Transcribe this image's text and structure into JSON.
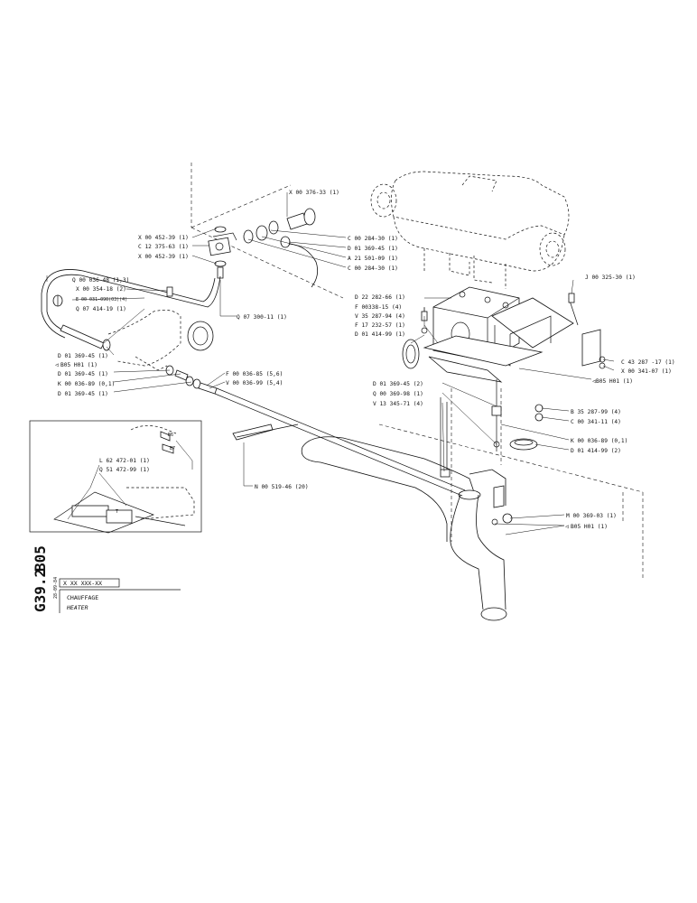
{
  "title_block": {
    "group_code": "B05",
    "sheet_code": "G39.2",
    "date": "28-09-84",
    "part_number": "X XX XXX-XX",
    "title_fr": "CHAUFFAGE",
    "title_en": "HEATER"
  },
  "callouts_top": [
    "X 00 376-33 (1)",
    "X 00 452-39 (1)",
    "C 12 375-63 (1)",
    "X 00 452-39 (1)",
    "C 00 284-30 (1)",
    "D 01 369-45 (1)",
    "A 21 501-09 (1)",
    "C 00 284-30 (1)",
    "Q 07 300-11 (1)"
  ],
  "callouts_left": [
    "Q 00 036-48 (1,3)",
    "X 00 354-18 (2)",
    "E 00 031-090(03)(4)",
    "Q 07 414-19 (1)",
    "D 01 369-45 (1)",
    "B05 H01 (1)",
    "D 01 369-45 (1)",
    "K 00 036-89 (0,1)",
    "D 01 369-45 (1)",
    "F 00 036-85 (5,6)",
    "V 00 036-99 (5,4)"
  ],
  "callouts_right": [
    "J 00 325-30 (1)",
    "D 22 282-66 (1)",
    "F 00338-15 (4)",
    "V 35 287-94 (4)",
    "F 17 232-57 (1)",
    "D 01 414-99 (1)",
    "C 43 287 -17 (1)",
    "X 00 341-07 (1)",
    "B05 H01 (1)",
    "D 01 369-45 (2)",
    "Q 00 369-98 (1)",
    "V 13 345-71 (4)",
    "B 35 287-99 (4)",
    "C 00 341-11 (4)",
    "K 00 036-89 (0,1)",
    "D 01 414-99 (2)",
    "M 00 369-03 (1)",
    "B05 H01 (1)",
    "N 00 519-46 (20)"
  ],
  "inset": {
    "callouts": [
      "L 62 472-01 (1)",
      "Q 51 472-99 (1)"
    ],
    "small_labels": [
      "B6",
      "B7"
    ]
  }
}
